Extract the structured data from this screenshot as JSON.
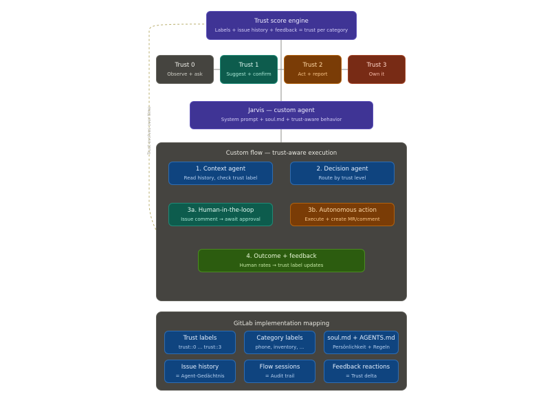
{
  "engine": {
    "title": "Trust score engine",
    "subtitle": "Labels + issue history + feedback = trust per category"
  },
  "trust_levels": [
    {
      "title": "Trust 0",
      "subtitle": "Observe + ask"
    },
    {
      "title": "Trust 1",
      "subtitle": "Suggest + confirm"
    },
    {
      "title": "Trust 2",
      "subtitle": "Act + report"
    },
    {
      "title": "Trust 3",
      "subtitle": "Own it"
    }
  ],
  "jarvis": {
    "title": "Jarvis — custom agent",
    "subtitle": "System prompt + soul.md + trust-aware behavior"
  },
  "flow": {
    "title": "Custom flow — trust-aware execution",
    "context": {
      "title": "1. Context agent",
      "subtitle": "Read history, check trust label"
    },
    "decision": {
      "title": "2. Decision agent",
      "subtitle": "Route by trust level"
    },
    "human": {
      "title": "3a. Human-in-the-loop",
      "subtitle": "Issue comment → await approval"
    },
    "autonomous": {
      "title": "3b. Autonomous action",
      "subtitle": "Execute + create MR/comment"
    },
    "outcome": {
      "title": "4. Outcome + feedback",
      "subtitle": "Human rates → trust label updates"
    }
  },
  "feedback_loop_label": "Trust evolves over time",
  "mapping": {
    "title": "GitLab implementation mapping",
    "items": [
      {
        "title": "Trust labels",
        "subtitle": "trust::0 ... trust::3"
      },
      {
        "title": "Category labels",
        "subtitle": "phone, inventory, ..."
      },
      {
        "title": "soul.md + AGENTS.md",
        "subtitle": "Persönlichkeit + Regeln"
      },
      {
        "title": "Issue history",
        "subtitle": "= Agent-Gedächtnis"
      },
      {
        "title": "Flow sessions",
        "subtitle": "= Audit trail"
      },
      {
        "title": "Feedback reactions",
        "subtitle": "= Trust delta"
      }
    ]
  },
  "colors": {
    "purple": "#3f3495",
    "gray": "#45443f",
    "teal": "#0d5c4d",
    "orange": "#7a3c06",
    "red": "#782b15",
    "blue": "#0f447f",
    "green": "#2c5c0f",
    "panel": "#454440"
  }
}
